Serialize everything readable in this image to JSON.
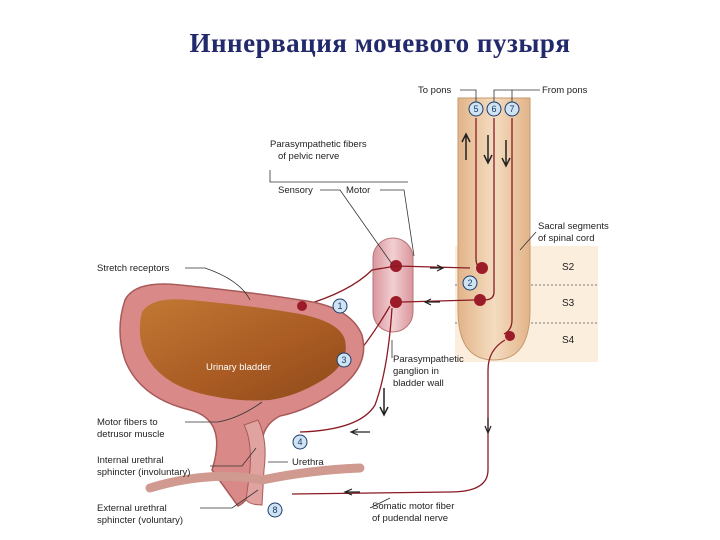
{
  "title": "Иннервация мочевого пузыря",
  "labels": {
    "to_pons": "To pons",
    "from_pons": "From pons",
    "parasympathetic_fibers_1": "Parasympathetic fibers",
    "parasympathetic_fibers_2": "of pelvic nerve",
    "sensory": "Sensory",
    "motor": "Motor",
    "sacral_1": "Sacral segments",
    "sacral_2": "of spinal cord",
    "stretch_receptors": "Stretch receptors",
    "urinary_bladder": "Urinary bladder",
    "ganglion_1": "Parasympathetic",
    "ganglion_2": "ganglion in",
    "ganglion_3": "bladder wall",
    "motor_fibers_1": "Motor fibers to",
    "motor_fibers_2": "detrusor muscle",
    "internal_1": "Internal urethral",
    "internal_2": "sphincter (involuntary)",
    "urethra": "Urethra",
    "external_1": "External urethral",
    "external_2": "sphincter (voluntary)",
    "somatic_1": "Somatic motor fiber",
    "somatic_2": "of pudendal nerve"
  },
  "segments": [
    "S2",
    "S3",
    "S4"
  ],
  "markers": [
    "1",
    "2",
    "3",
    "4",
    "5",
    "6",
    "7",
    "8"
  ],
  "colors": {
    "title": "#232a6b",
    "nerve": "#8b1a22",
    "cord": "#e8c49a",
    "bladder_wall": "#d98a88",
    "bladder_lumen": "#b8652a",
    "ganglion": "#e7b5b8"
  }
}
